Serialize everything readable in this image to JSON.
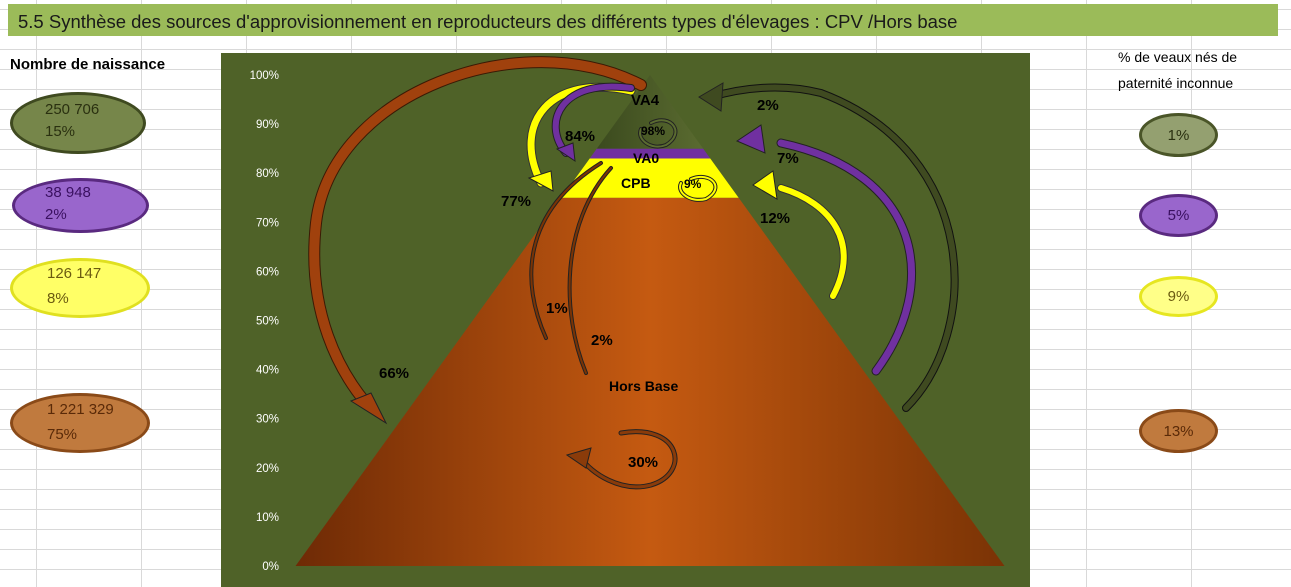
{
  "title": "5.5 Synthèse des sources d'approvisionnement en reproducteurs des différents types d'élevages : CPV /Hors base",
  "left_header": "Nombre de naissance",
  "right_header": {
    "line1": "% de veaux nés de",
    "line2": "paternité inconnue"
  },
  "colors": {
    "VA4": "#76864a",
    "VA0": "#7030a0",
    "CPB": "#ffff00",
    "HorsBase": "#c55a11",
    "chart_bg": "#4f6228",
    "title_bar": "#9bbb59"
  },
  "left_bubbles": [
    {
      "count": "250 706",
      "pct": "15%"
    },
    {
      "count": "38 948",
      "pct": "2%"
    },
    {
      "count": "126 147",
      "pct": "8%"
    },
    {
      "count": "1 221 329",
      "pct": "75%"
    }
  ],
  "right_bubbles": [
    {
      "pct": "1%"
    },
    {
      "pct": "5%"
    },
    {
      "pct": "9%"
    },
    {
      "pct": "13%"
    }
  ],
  "chart_data": {
    "type": "area",
    "title": "",
    "ylim": [
      0,
      100
    ],
    "y_ticks": [
      "100%",
      "90%",
      "80%",
      "70%",
      "60%",
      "50%",
      "40%",
      "30%",
      "20%",
      "10%",
      "0%"
    ],
    "grid": false,
    "layers": [
      {
        "name": "Hors Base",
        "from": 0,
        "to": 75
      },
      {
        "name": "CPB",
        "from": 75,
        "to": 83
      },
      {
        "name": "VA0",
        "from": 83,
        "to": 85
      },
      {
        "name": "VA4",
        "from": 85,
        "to": 100
      }
    ],
    "labels": [
      {
        "text": "VA4"
      },
      {
        "text": "VA0"
      },
      {
        "text": "CPB"
      },
      {
        "text": "Hors Base"
      },
      {
        "text": "98%"
      },
      {
        "text": "9%"
      },
      {
        "text": "30%"
      },
      {
        "text": "84%"
      },
      {
        "text": "77%"
      },
      {
        "text": "66%"
      },
      {
        "text": "1%"
      },
      {
        "text": "2%"
      },
      {
        "text": "2%"
      },
      {
        "text": "7%"
      },
      {
        "text": "12%"
      }
    ]
  }
}
